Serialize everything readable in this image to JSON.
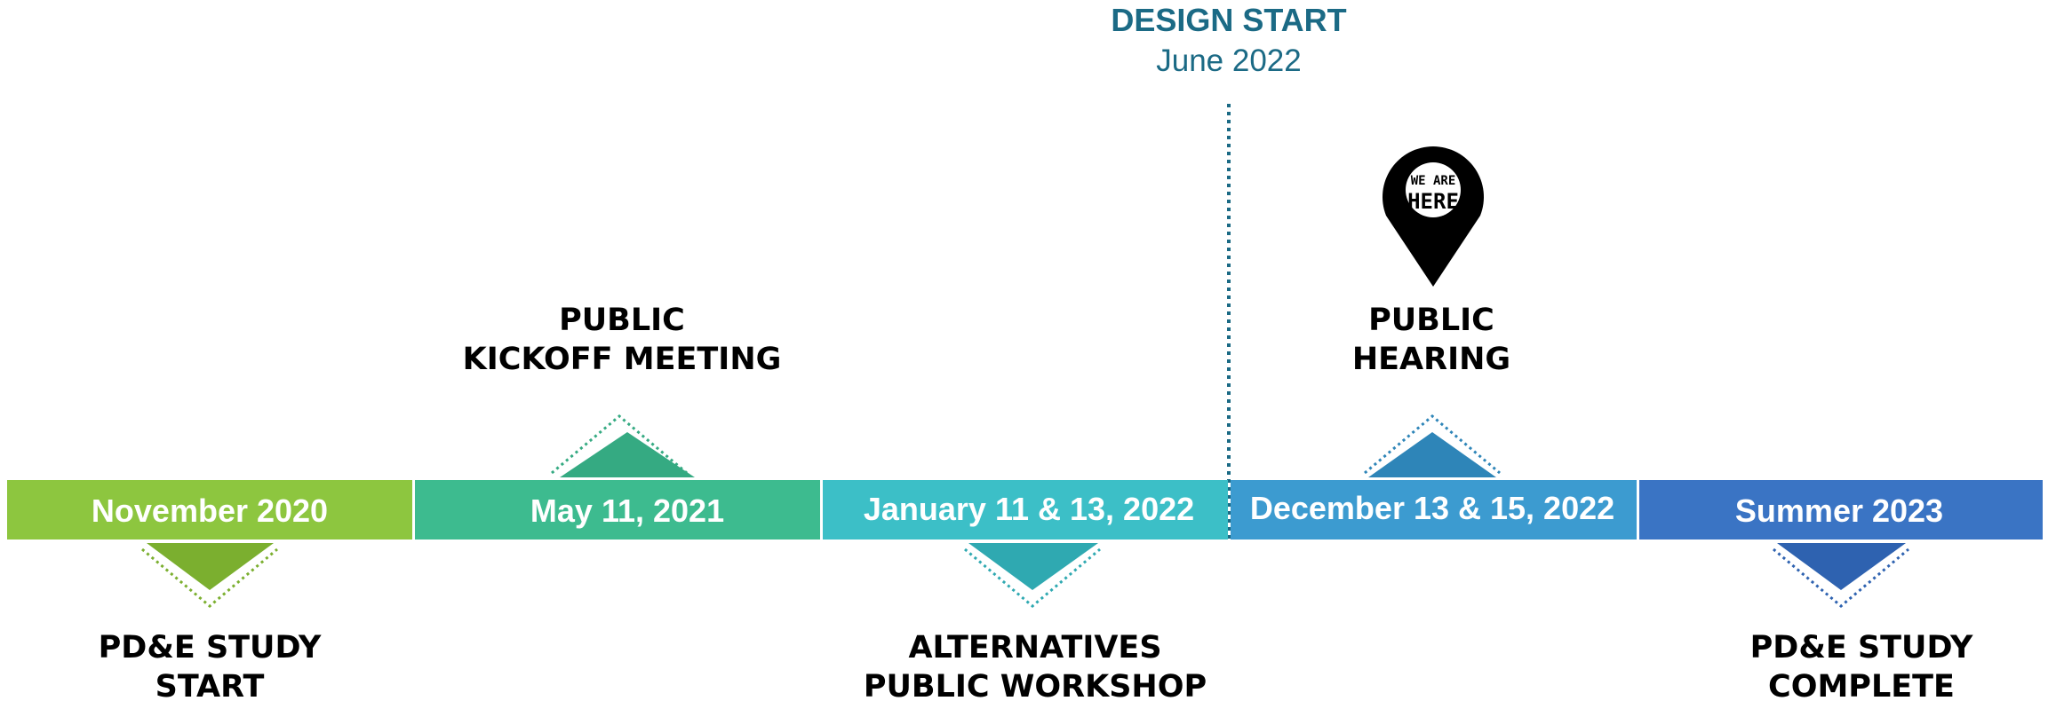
{
  "design_start": {
    "title": "DESIGN START",
    "date": "June 2022",
    "color": "#1B6A85"
  },
  "pin": {
    "icon": "location-pin-icon",
    "line1": "WE ARE",
    "line2": "HERE"
  },
  "segments": [
    {
      "date": "November 2020",
      "color": "#8DC63F",
      "marker_color": "#7BAF2F",
      "milestone_line1": "PD&E STUDY",
      "milestone_line2": "START",
      "position": "below"
    },
    {
      "date": "May 11, 2021",
      "color": "#3DBB8F",
      "marker_color": "#35AA82",
      "milestone_line1": "PUBLIC",
      "milestone_line2": "KICKOFF MEETING",
      "position": "above"
    },
    {
      "date": "January 11 & 13, 2022",
      "color": "#3CBFC7",
      "marker_color": "#2FA9B1",
      "milestone_line1": "ALTERNATIVES",
      "milestone_line2": "PUBLIC WORKSHOP",
      "position": "below"
    },
    {
      "date": "December 13 & 15, 2022",
      "color": "#3C9BD0",
      "marker_color": "#2E85B8",
      "milestone_line1": "PUBLIC",
      "milestone_line2": "HEARING",
      "position": "above"
    },
    {
      "date": "Summer 2023",
      "color": "#3A74C4",
      "marker_color": "#2E62B0",
      "milestone_line1": "PD&E STUDY",
      "milestone_line2": "COMPLETE",
      "position": "below"
    }
  ]
}
